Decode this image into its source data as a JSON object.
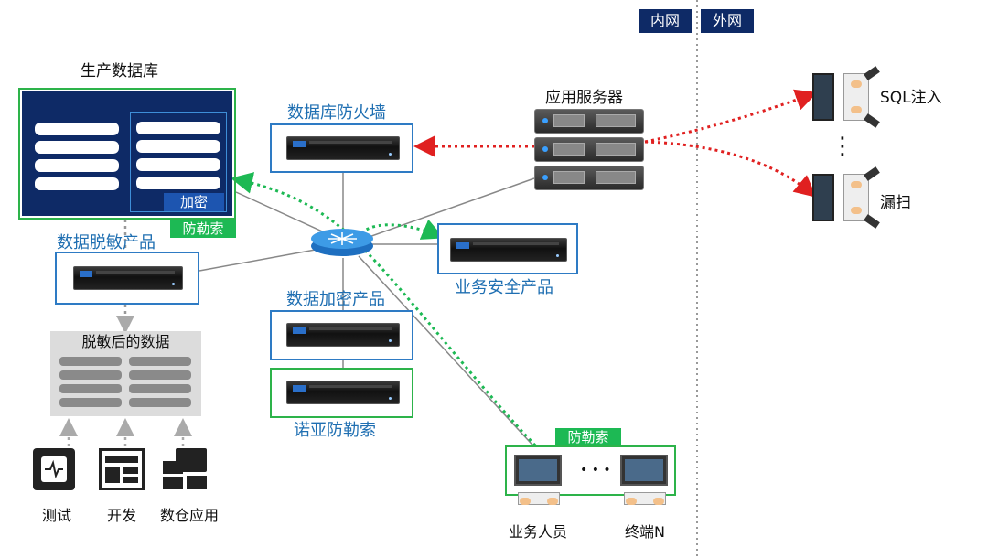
{
  "zones": {
    "inner": "内网",
    "outer": "外网"
  },
  "nodes": {
    "prod_db": {
      "title": "生产数据库",
      "encrypt_tag": "加密",
      "ransom_tag": "防勒索"
    },
    "db_firewall": {
      "title": "数据库防火墙"
    },
    "app_server": {
      "title": "应用服务器"
    },
    "data_masking": {
      "title": "数据脱敏产品"
    },
    "masked_data": {
      "title": "脱敏后的数据"
    },
    "biz_security": {
      "title": "业务安全产品"
    },
    "db_encryption": {
      "title": "数据加密产品"
    },
    "noah_ransom": {
      "title": "诺亚防勒索"
    },
    "terminals": {
      "ransom_tag": "防勒索",
      "dots": "• • •",
      "user_label": "业务人员",
      "terminal_label": "终端N"
    },
    "attackers": {
      "sql_injection": "SQL注入",
      "scan": "漏扫",
      "dots": "⋮"
    },
    "consumers": {
      "test": "测试",
      "dev": "开发",
      "warehouse": "数仓应用"
    }
  },
  "colors": {
    "blue": "#1f6fb2",
    "navy": "#0e2a66",
    "green": "#1db954",
    "red": "#e02020"
  }
}
